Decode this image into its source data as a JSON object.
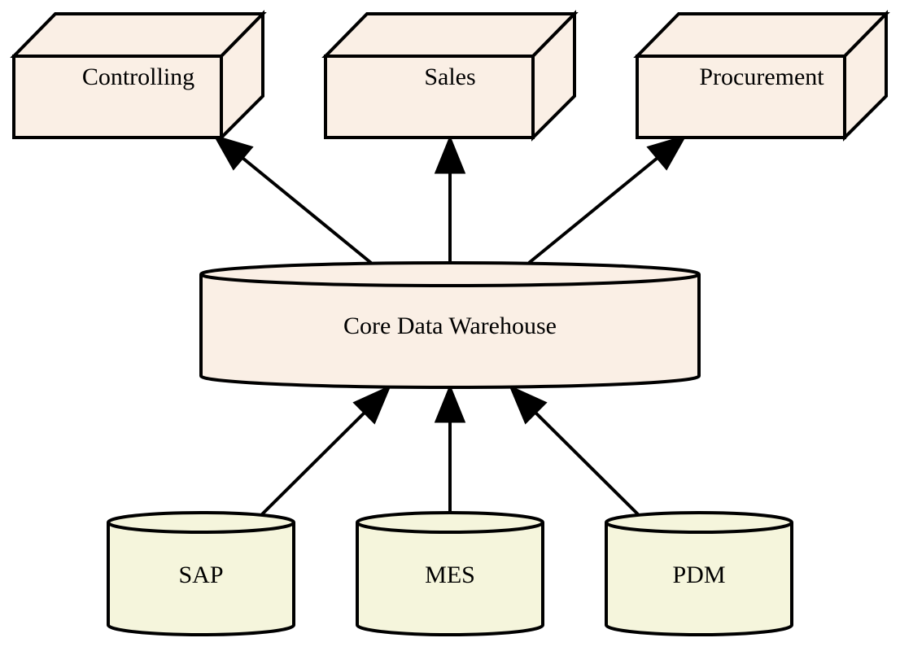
{
  "colors": {
    "mart_fill": "#faefe5",
    "warehouse_fill": "#faefe5",
    "source_fill": "#f5f5dc",
    "stroke": "#000000"
  },
  "marts": [
    {
      "id": "controlling",
      "label": "Controlling",
      "shape": "box3d"
    },
    {
      "id": "sales",
      "label": "Sales",
      "shape": "box3d"
    },
    {
      "id": "procurement",
      "label": "Procurement",
      "shape": "box3d"
    }
  ],
  "warehouse": {
    "id": "core",
    "label": "Core Data Warehouse",
    "shape": "cylinder"
  },
  "sources": [
    {
      "id": "sap",
      "label": "SAP",
      "shape": "cylinder"
    },
    {
      "id": "mes",
      "label": "MES",
      "shape": "cylinder"
    },
    {
      "id": "pdm",
      "label": "PDM",
      "shape": "cylinder"
    }
  ],
  "edges": [
    {
      "from": "sap",
      "to": "core"
    },
    {
      "from": "mes",
      "to": "core"
    },
    {
      "from": "pdm",
      "to": "core"
    },
    {
      "from": "core",
      "to": "controlling"
    },
    {
      "from": "core",
      "to": "sales"
    },
    {
      "from": "core",
      "to": "procurement"
    }
  ]
}
